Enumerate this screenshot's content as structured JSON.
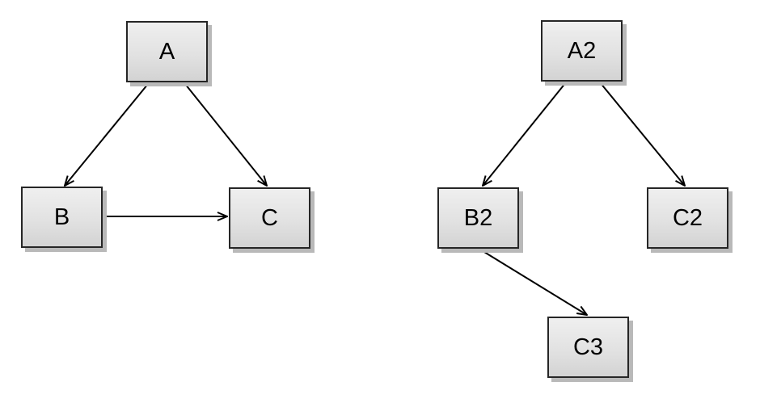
{
  "diagram": {
    "background": "#ffffff",
    "style": {
      "node_fill_top": "#efefef",
      "node_fill_bottom": "#d3d3d3",
      "node_border": "#262626",
      "node_shadow": "#b9b9b9",
      "edge_color": "#000000",
      "label_color": "#000000"
    },
    "left_graph": {
      "nodes": [
        {
          "id": "A",
          "label": "A"
        },
        {
          "id": "B",
          "label": "B"
        },
        {
          "id": "C",
          "label": "C"
        }
      ],
      "edges": [
        {
          "from": "A",
          "to": "B"
        },
        {
          "from": "A",
          "to": "C"
        },
        {
          "from": "B",
          "to": "C"
        }
      ]
    },
    "right_graph": {
      "nodes": [
        {
          "id": "A2",
          "label": "A2"
        },
        {
          "id": "B2",
          "label": "B2"
        },
        {
          "id": "C2",
          "label": "C2"
        },
        {
          "id": "C3",
          "label": "C3"
        }
      ],
      "edges": [
        {
          "from": "A2",
          "to": "B2"
        },
        {
          "from": "A2",
          "to": "C2"
        },
        {
          "from": "B2",
          "to": "C3"
        }
      ]
    }
  }
}
